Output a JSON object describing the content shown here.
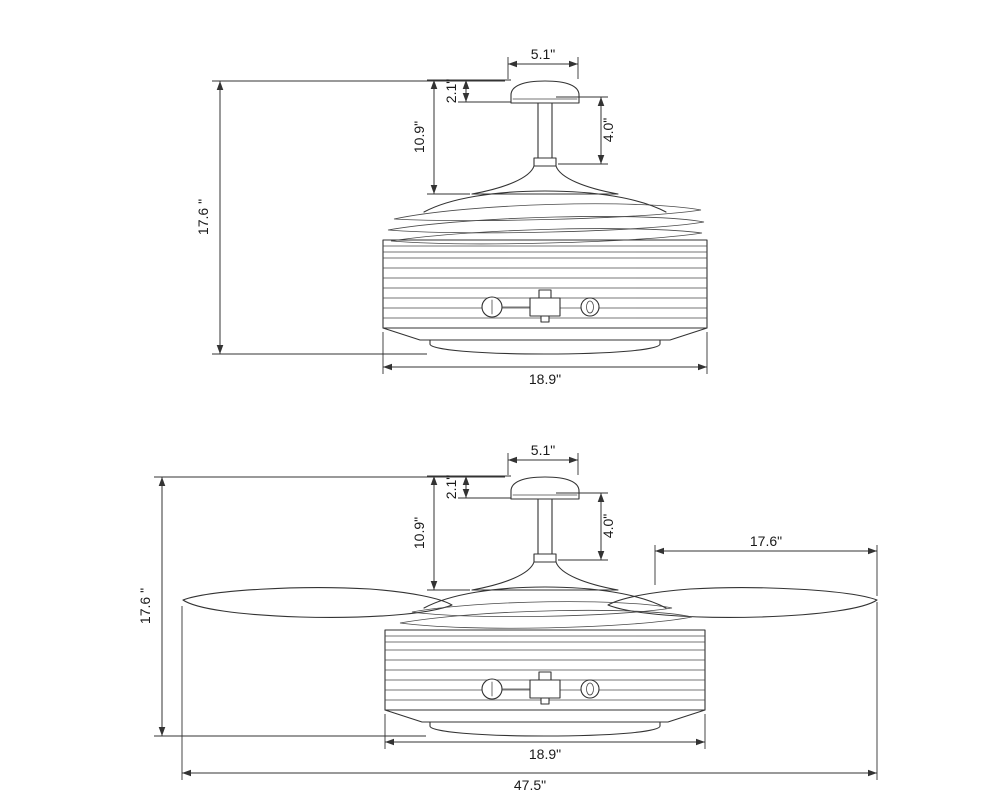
{
  "page": {
    "background": "#ffffff",
    "line_color": "#333333"
  },
  "views": {
    "retracted": {
      "name": "ceiling-fan-front-view-blades-retracted",
      "dims": {
        "canopy_width": "5.1\"",
        "canopy_height": "2.1\"",
        "head_height": "10.9\"",
        "downrod_length": "4.0\"",
        "overall_height": "17.6 \"",
        "body_width": "18.9\""
      }
    },
    "extended": {
      "name": "ceiling-fan-front-view-blades-extended",
      "dims": {
        "canopy_width": "5.1\"",
        "canopy_height": "2.1\"",
        "head_height": "10.9\"",
        "downrod_length": "4.0\"",
        "overall_height": "17.6 \"",
        "blade_length": "17.6\"",
        "body_width": "18.9\"",
        "blade_span": "47.5\""
      }
    }
  }
}
